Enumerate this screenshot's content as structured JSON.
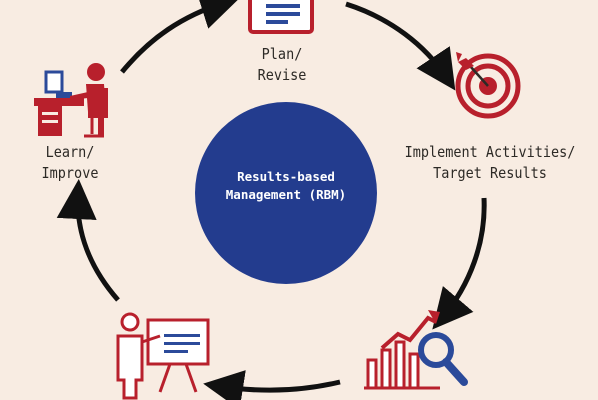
{
  "center": {
    "line1": "Results-based",
    "line2": "Management (RBM)"
  },
  "nodes": [
    {
      "id": "plan",
      "line1": "Plan/",
      "line2": "Revise",
      "icon": "document-icon"
    },
    {
      "id": "implement",
      "line1": "Implement Activities/",
      "line2": "Target Results",
      "icon": "target-icon"
    },
    {
      "id": "monitor",
      "line1": "",
      "line2": "",
      "icon": "chart-magnifier-icon"
    },
    {
      "id": "report",
      "line1": "",
      "line2": "",
      "icon": "presenter-board-icon"
    },
    {
      "id": "learn",
      "line1": "Learn/",
      "line2": "Improve",
      "icon": "person-at-desk-icon"
    }
  ],
  "colors": {
    "background": "#f8ece2",
    "icon_red": "#b8202c",
    "icon_blue": "#2b4a9a",
    "center_circle": "#233c8e",
    "arrow": "#111111",
    "text": "#2d2a26"
  }
}
